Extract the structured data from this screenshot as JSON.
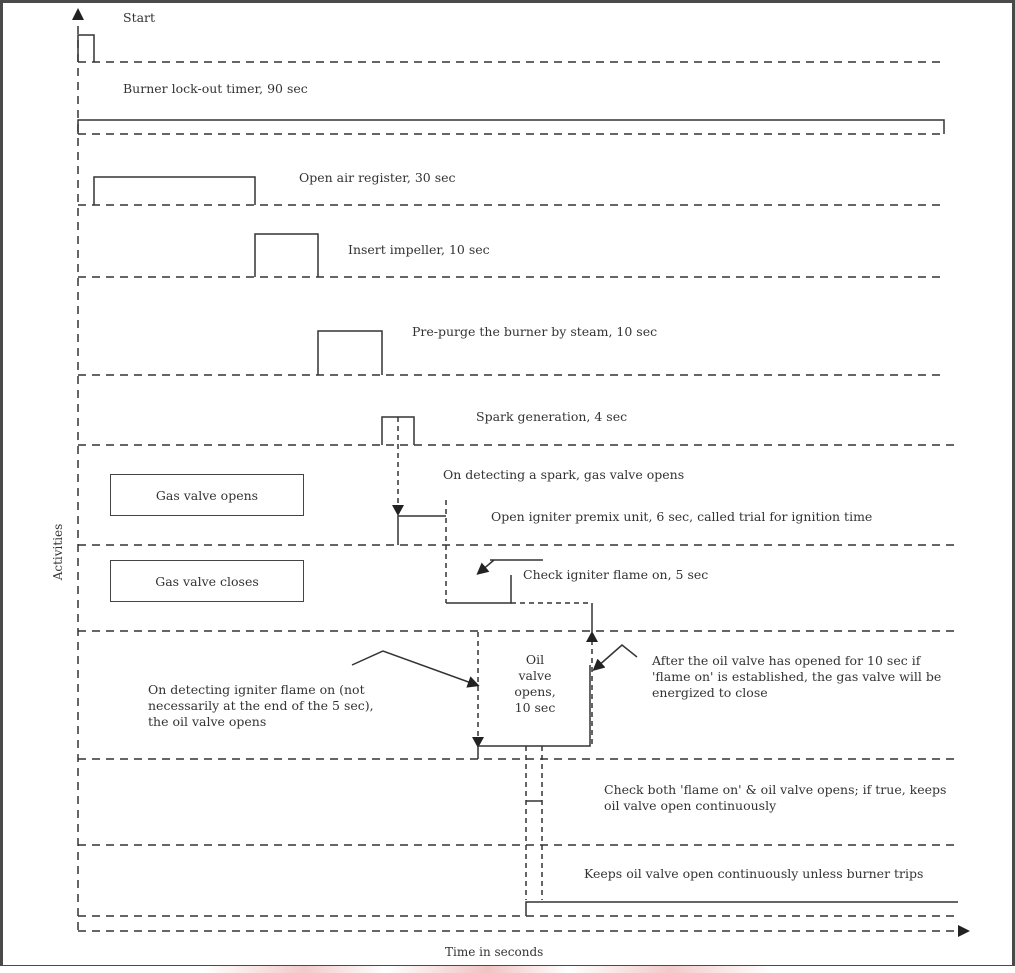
{
  "diagram": {
    "type": "timing-sequence",
    "axes": {
      "y_label": "Activities",
      "x_label": "Time in seconds"
    },
    "rows": [
      {
        "id": "start",
        "label": "Start"
      },
      {
        "id": "lockout",
        "label": "Burner lock-out timer, 90 sec",
        "duration_sec": 90
      },
      {
        "id": "air",
        "label": "Open air register, 30 sec",
        "duration_sec": 30
      },
      {
        "id": "impeller",
        "label": "Insert impeller, 10 sec",
        "duration_sec": 10
      },
      {
        "id": "purge",
        "label": "Pre-purge the burner by steam, 10 sec",
        "duration_sec": 10
      },
      {
        "id": "spark",
        "label": "Spark generation, 4 sec",
        "duration_sec": 4
      },
      {
        "id": "gas_open",
        "box": "Gas valve opens",
        "note1": "On detecting a spark, gas valve opens",
        "note2": "Open igniter premix unit, 6 sec, called trial for ignition time",
        "duration_sec": 6
      },
      {
        "id": "gas_close",
        "box": "Gas valve closes",
        "note": "Check igniter flame on, 5 sec",
        "duration_sec": 5
      },
      {
        "id": "oil",
        "box_lines": [
          "Oil",
          "valve",
          "opens,",
          "10 sec"
        ],
        "left_note": "On detecting igniter flame on (not necessarily at the end of the 5 sec), the oil valve opens",
        "right_note": "After the oil valve has opened for 10 sec if 'flame on' is established, the gas valve will be energized to close",
        "duration_sec": 10
      },
      {
        "id": "check",
        "label": "Check both 'flame on' & oil valve opens; if true, keeps oil valve open continuously"
      },
      {
        "id": "keep",
        "label": "Keeps oil valve open continuously unless burner trips"
      }
    ]
  }
}
